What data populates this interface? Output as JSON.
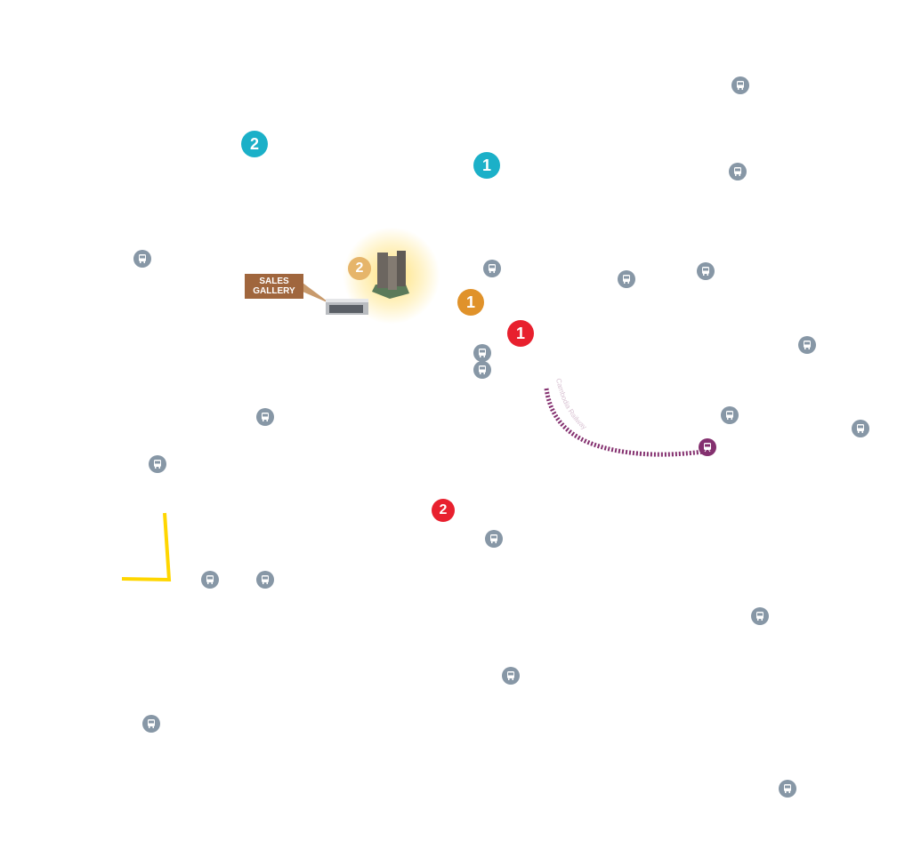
{
  "map": {
    "callouts": {
      "sales_gallery": "SALES\nGALLERY"
    },
    "railway_label": "Cambodia Railway",
    "markers": [
      {
        "label": "2",
        "category": "teal",
        "color": "#1bb0c8"
      },
      {
        "label": "1",
        "category": "teal",
        "color": "#1bb0c8"
      },
      {
        "label": "2",
        "category": "project",
        "color": "#e6b56a"
      },
      {
        "label": "1",
        "category": "orange",
        "color": "#e0922a"
      },
      {
        "label": "1",
        "category": "red",
        "color": "#e8202e"
      },
      {
        "label": "2",
        "category": "red",
        "color": "#e8202e"
      }
    ],
    "bus_stop_icon": "bus-icon",
    "train_station_icon": "train-icon",
    "colors": {
      "bus": "#8797a6",
      "railway": "#84306f",
      "road_highlight": "#ffd600",
      "sales": "#a0663d"
    }
  }
}
